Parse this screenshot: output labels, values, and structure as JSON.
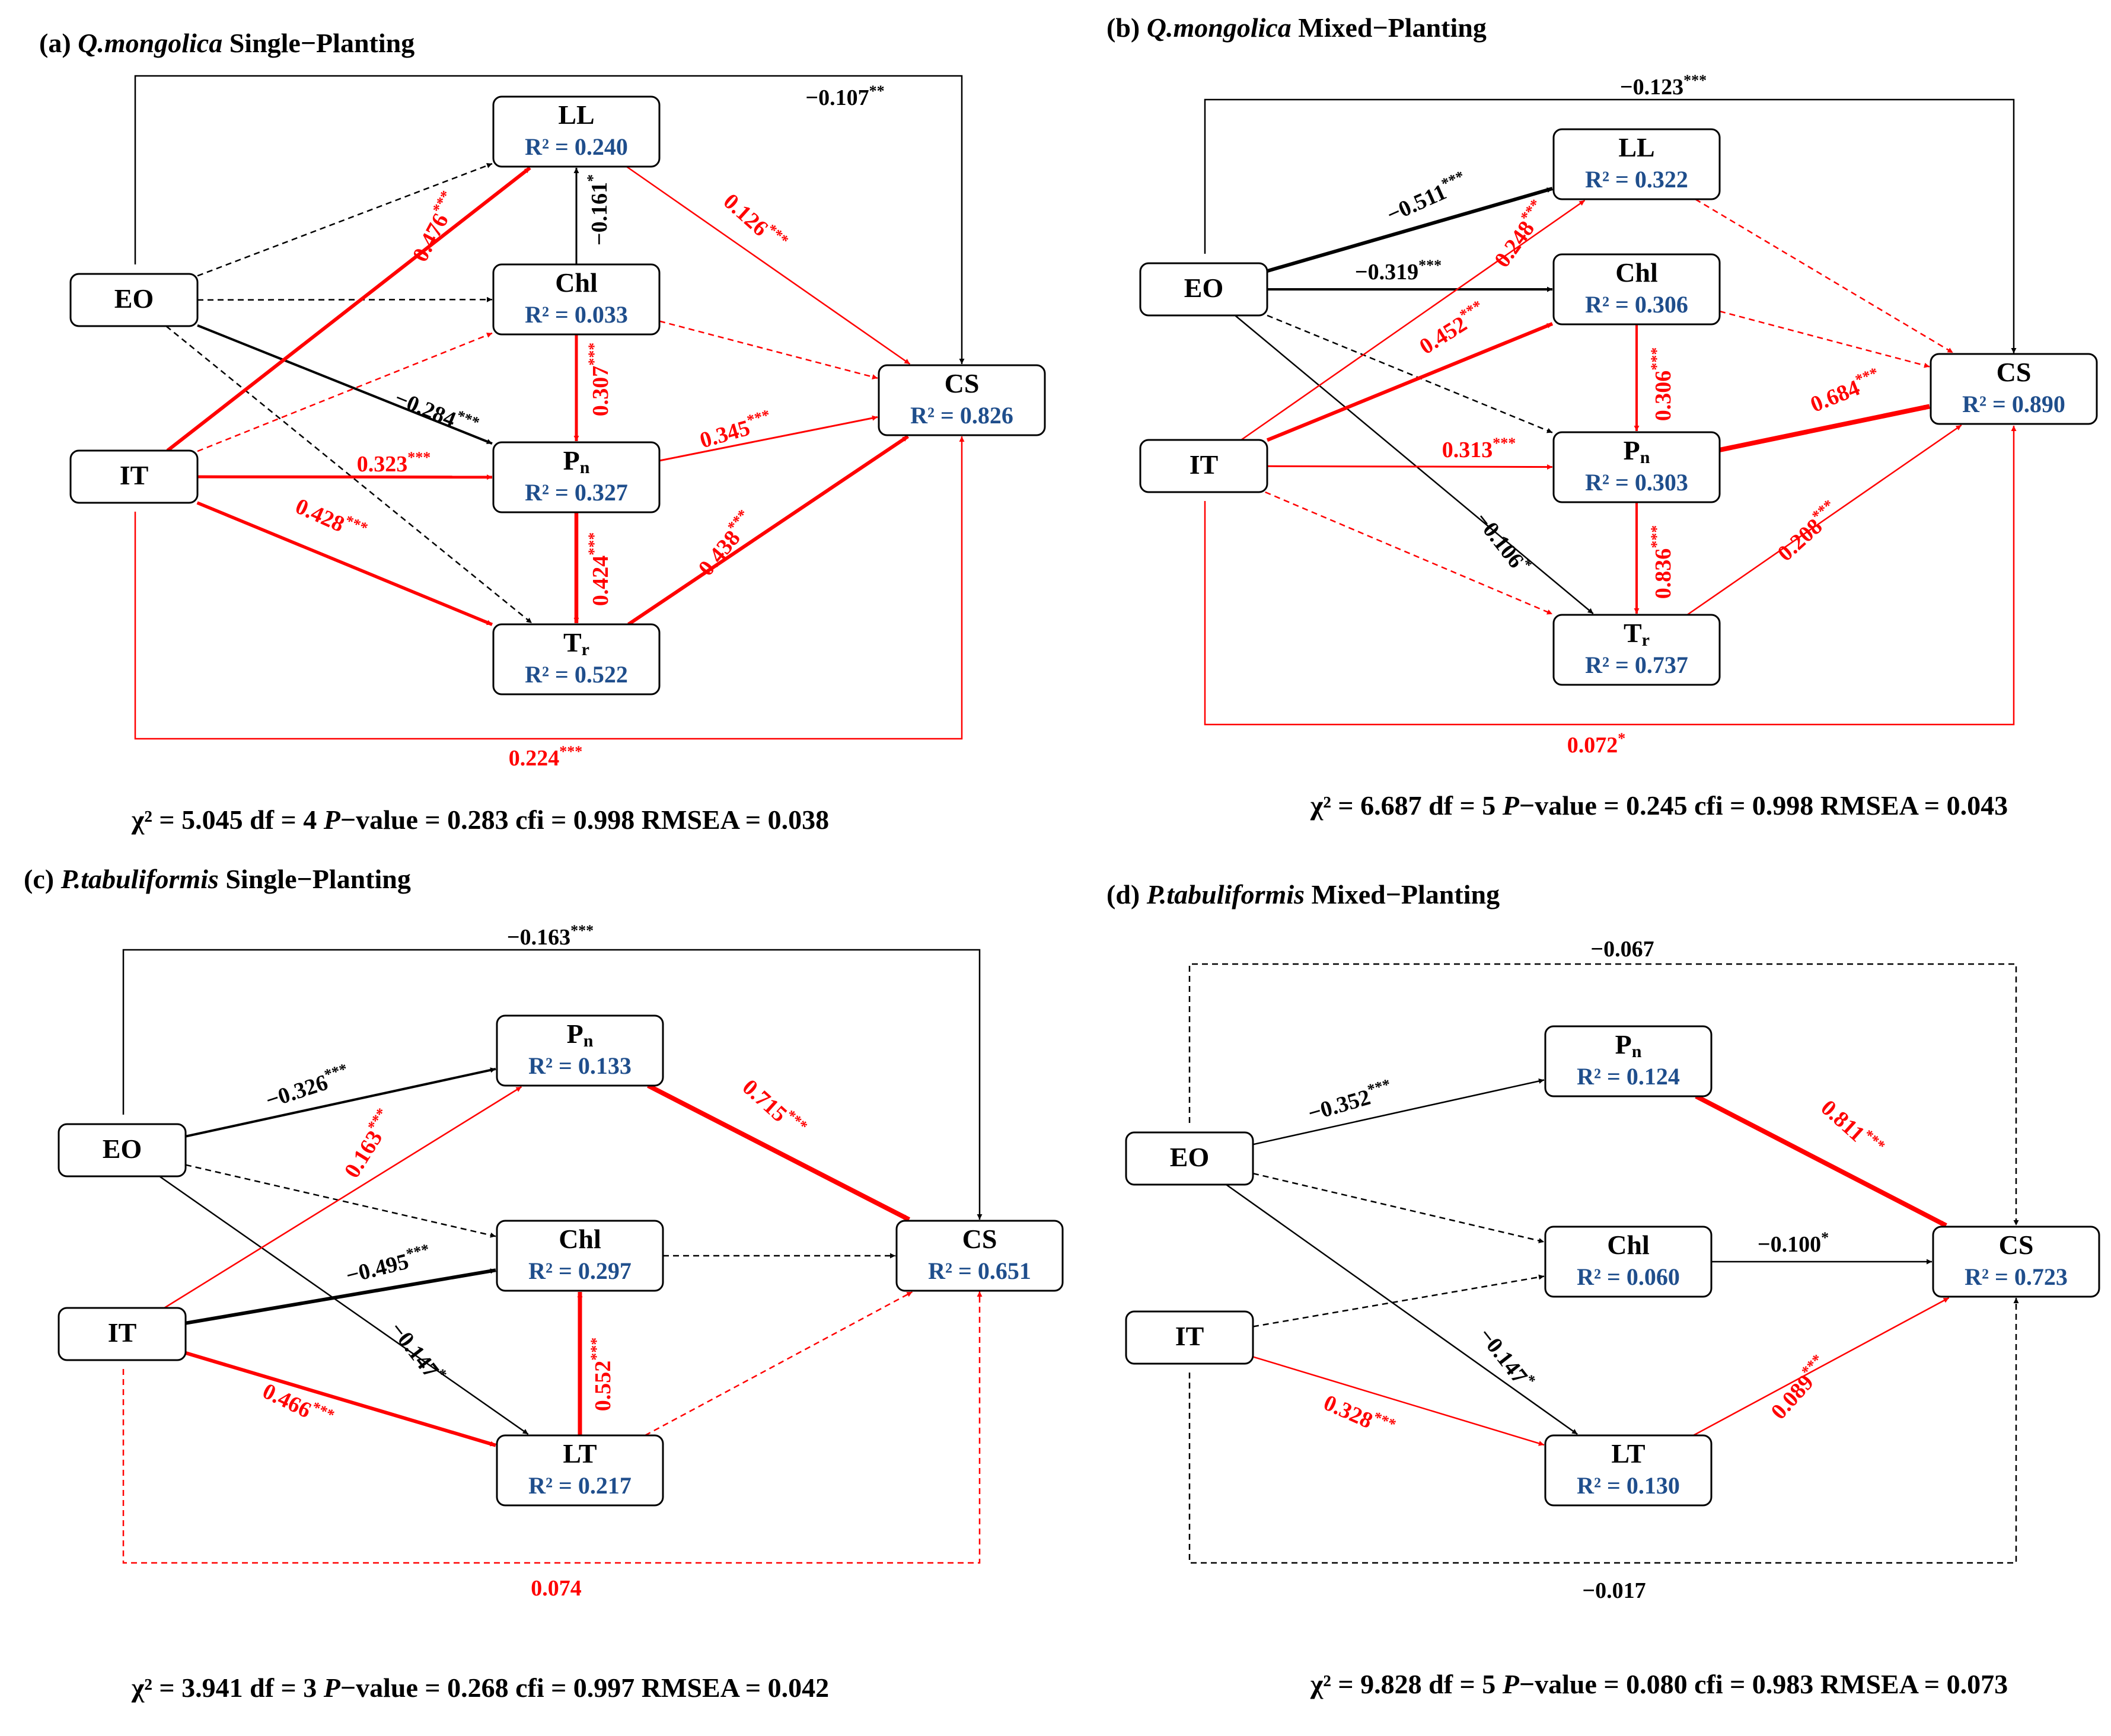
{
  "colors": {
    "positive": "#ff0000",
    "negative": "#000000",
    "r2_text": "#1f4e8c"
  },
  "panels": [
    {
      "id": "a",
      "title_prefix": "(a) ",
      "title_species": "Q.mongolica",
      "title_suffix": " Single−Planting",
      "nodes": [
        {
          "id": "EO",
          "label": "EO",
          "sub": "",
          "r2": ""
        },
        {
          "id": "IT",
          "label": "IT",
          "sub": "",
          "r2": ""
        },
        {
          "id": "LL",
          "label": "LL",
          "sub": "",
          "r2": "R² = 0.240"
        },
        {
          "id": "Chl",
          "label": "Chl",
          "sub": "",
          "r2": "R² = 0.033"
        },
        {
          "id": "Pn",
          "label": "P",
          "sub": "n",
          "r2": "R² = 0.327"
        },
        {
          "id": "Tr",
          "label": "T",
          "sub": "r",
          "r2": "R² = 0.522"
        },
        {
          "id": "CS",
          "label": "CS",
          "sub": "",
          "r2": "R² = 0.826"
        }
      ],
      "paths": [
        {
          "from": "EO",
          "to": "CS",
          "value": "−0.107",
          "stars": "**",
          "sign": "neg",
          "sig": true,
          "width": 2.5
        },
        {
          "from": "EO",
          "to": "LL",
          "value": "",
          "stars": "",
          "sign": "neg",
          "sig": false,
          "width": 2.5
        },
        {
          "from": "EO",
          "to": "Chl",
          "value": "",
          "stars": "",
          "sign": "neg",
          "sig": false,
          "width": 2.5
        },
        {
          "from": "EO",
          "to": "Pn",
          "value": "−0.284",
          "stars": "***",
          "sign": "neg",
          "sig": true,
          "width": 4
        },
        {
          "from": "EO",
          "to": "Tr",
          "value": "",
          "stars": "",
          "sign": "neg",
          "sig": false,
          "width": 2.5
        },
        {
          "from": "IT",
          "to": "LL",
          "value": "0.476",
          "stars": "***",
          "sign": "pos",
          "sig": true,
          "width": 6
        },
        {
          "from": "IT",
          "to": "Chl",
          "value": "",
          "stars": "",
          "sign": "pos",
          "sig": false,
          "width": 2.5
        },
        {
          "from": "IT",
          "to": "Pn",
          "value": "0.323",
          "stars": "***",
          "sign": "pos",
          "sig": true,
          "width": 5
        },
        {
          "from": "IT",
          "to": "Tr",
          "value": "0.428",
          "stars": "***",
          "sign": "pos",
          "sig": true,
          "width": 5.5
        },
        {
          "from": "IT",
          "to": "CS",
          "value": "0.224",
          "stars": "***",
          "sign": "pos",
          "sig": true,
          "width": 2.5
        },
        {
          "from": "Chl",
          "to": "LL",
          "value": "−0.161",
          "stars": "*",
          "sign": "neg",
          "sig": true,
          "width": 3
        },
        {
          "from": "Chl",
          "to": "Pn",
          "value": "0.307",
          "stars": "***",
          "sign": "pos",
          "sig": true,
          "width": 5
        },
        {
          "from": "Pn",
          "to": "Tr",
          "value": "0.424",
          "stars": "***",
          "sign": "pos",
          "sig": true,
          "width": 6.5
        },
        {
          "from": "LL",
          "to": "CS",
          "value": "0.126",
          "stars": "***",
          "sign": "pos",
          "sig": true,
          "width": 2.5
        },
        {
          "from": "Chl",
          "to": "CS",
          "value": "",
          "stars": "",
          "sign": "pos",
          "sig": false,
          "width": 2.5
        },
        {
          "from": "Pn",
          "to": "CS",
          "value": "0.345",
          "stars": "***",
          "sign": "pos",
          "sig": true,
          "width": 3
        },
        {
          "from": "Tr",
          "to": "CS",
          "value": "0.438",
          "stars": "***",
          "sign": "pos",
          "sig": true,
          "width": 6
        }
      ],
      "fit_parts": [
        {
          "t": "χ² = 5.045 df = 4 ",
          "i": false
        },
        {
          "t": "P",
          "i": true
        },
        {
          "t": "−value = 0.283 cfi = 0.998 RMSEA = 0.038",
          "i": false
        }
      ]
    },
    {
      "id": "b",
      "title_prefix": "(b) ",
      "title_species": "Q.mongolica",
      "title_suffix": " Mixed−Planting",
      "nodes": [
        {
          "id": "EO",
          "label": "EO",
          "sub": "",
          "r2": ""
        },
        {
          "id": "IT",
          "label": "IT",
          "sub": "",
          "r2": ""
        },
        {
          "id": "LL",
          "label": "LL",
          "sub": "",
          "r2": "R² = 0.322"
        },
        {
          "id": "Chl",
          "label": "Chl",
          "sub": "",
          "r2": "R² = 0.306"
        },
        {
          "id": "Pn",
          "label": "P",
          "sub": "n",
          "r2": "R² = 0.303"
        },
        {
          "id": "Tr",
          "label": "T",
          "sub": "r",
          "r2": "R² = 0.737"
        },
        {
          "id": "CS",
          "label": "CS",
          "sub": "",
          "r2": "R² = 0.890"
        }
      ],
      "paths": [
        {
          "from": "EO",
          "to": "CS",
          "value": "−0.123",
          "stars": "***",
          "sign": "neg",
          "sig": true,
          "width": 2.5
        },
        {
          "from": "EO",
          "to": "LL",
          "value": "−0.511",
          "stars": "***",
          "sign": "neg",
          "sig": true,
          "width": 6
        },
        {
          "from": "EO",
          "to": "Chl",
          "value": "−0.319",
          "stars": "***",
          "sign": "neg",
          "sig": true,
          "width": 4
        },
        {
          "from": "EO",
          "to": "Pn",
          "value": "",
          "stars": "",
          "sign": "neg",
          "sig": false,
          "width": 2.5
        },
        {
          "from": "EO",
          "to": "Tr",
          "value": "−0.106",
          "stars": "*",
          "sign": "neg",
          "sig": true,
          "width": 2.5
        },
        {
          "from": "IT",
          "to": "LL",
          "value": "0.248",
          "stars": "***",
          "sign": "pos",
          "sig": true,
          "width": 2.5
        },
        {
          "from": "IT",
          "to": "Chl",
          "value": "0.452",
          "stars": "***",
          "sign": "pos",
          "sig": true,
          "width": 6
        },
        {
          "from": "IT",
          "to": "Pn",
          "value": "0.313",
          "stars": "***",
          "sign": "pos",
          "sig": true,
          "width": 3
        },
        {
          "from": "IT",
          "to": "Tr",
          "value": "",
          "stars": "",
          "sign": "pos",
          "sig": false,
          "width": 2.5
        },
        {
          "from": "IT",
          "to": "CS",
          "value": "0.072",
          "stars": "*",
          "sign": "pos",
          "sig": true,
          "width": 2.5
        },
        {
          "from": "Chl",
          "to": "Pn",
          "value": "0.306",
          "stars": "***",
          "sign": "pos",
          "sig": true,
          "width": 4
        },
        {
          "from": "Pn",
          "to": "Tr",
          "value": "0.836",
          "stars": "***",
          "sign": "pos",
          "sig": true,
          "width": 4
        },
        {
          "from": "LL",
          "to": "CS",
          "value": "",
          "stars": "",
          "sign": "pos",
          "sig": false,
          "width": 2.5
        },
        {
          "from": "Chl",
          "to": "CS",
          "value": "",
          "stars": "",
          "sign": "pos",
          "sig": false,
          "width": 2.5
        },
        {
          "from": "Pn",
          "to": "CS",
          "value": "0.684",
          "stars": "***",
          "sign": "pos",
          "sig": true,
          "width": 8
        },
        {
          "from": "Tr",
          "to": "CS",
          "value": "0.208",
          "stars": "***",
          "sign": "pos",
          "sig": true,
          "width": 2.5
        }
      ],
      "fit_parts": [
        {
          "t": "χ² = 6.687 df = 5 ",
          "i": false
        },
        {
          "t": "P",
          "i": true
        },
        {
          "t": "−value = 0.245 cfi = 0.998 RMSEA = 0.043",
          "i": false
        }
      ]
    },
    {
      "id": "c",
      "title_prefix": "(c) ",
      "title_species": "P.tabuliformis",
      "title_suffix": " Single−Planting",
      "nodes": [
        {
          "id": "EO",
          "label": "EO",
          "sub": "",
          "r2": ""
        },
        {
          "id": "IT",
          "label": "IT",
          "sub": "",
          "r2": ""
        },
        {
          "id": "Pn",
          "label": "P",
          "sub": "n",
          "r2": "R² = 0.133"
        },
        {
          "id": "Chl",
          "label": "Chl",
          "sub": "",
          "r2": "R² = 0.297"
        },
        {
          "id": "LT",
          "label": "LT",
          "sub": "",
          "r2": "R² = 0.217"
        },
        {
          "id": "CS",
          "label": "CS",
          "sub": "",
          "r2": "R² = 0.651"
        }
      ],
      "paths": [
        {
          "from": "EO",
          "to": "CS",
          "value": "−0.163",
          "stars": "***",
          "sign": "neg",
          "sig": true,
          "width": 2.5
        },
        {
          "from": "EO",
          "to": "Pn",
          "value": "−0.326",
          "stars": "***",
          "sign": "neg",
          "sig": true,
          "width": 4
        },
        {
          "from": "EO",
          "to": "Chl",
          "value": "",
          "stars": "",
          "sign": "neg",
          "sig": false,
          "width": 2.5
        },
        {
          "from": "EO",
          "to": "LT",
          "value": "−0.147",
          "stars": "*",
          "sign": "neg",
          "sig": true,
          "width": 2.5
        },
        {
          "from": "IT",
          "to": "Pn",
          "value": "0.163",
          "stars": "***",
          "sign": "pos",
          "sig": true,
          "width": 2.5
        },
        {
          "from": "IT",
          "to": "Chl",
          "value": "−0.495",
          "stars": "***",
          "sign": "neg",
          "sig": true,
          "width": 6
        },
        {
          "from": "IT",
          "to": "LT",
          "value": "0.466",
          "stars": "***",
          "sign": "pos",
          "sig": true,
          "width": 6
        },
        {
          "from": "IT",
          "to": "CS",
          "value": "0.074",
          "stars": "",
          "sign": "pos",
          "sig": false,
          "width": 2.5
        },
        {
          "from": "LT",
          "to": "Chl",
          "value": "0.552",
          "stars": "***",
          "sign": "pos",
          "sig": true,
          "width": 7
        },
        {
          "from": "Pn",
          "to": "CS",
          "value": "0.715",
          "stars": "***",
          "sign": "pos",
          "sig": true,
          "width": 8
        },
        {
          "from": "Chl",
          "to": "CS",
          "value": "",
          "stars": "",
          "sign": "neg",
          "sig": false,
          "width": 2.5
        },
        {
          "from": "LT",
          "to": "CS",
          "value": "",
          "stars": "",
          "sign": "pos",
          "sig": false,
          "width": 2.5
        }
      ],
      "fit_parts": [
        {
          "t": "χ² = 3.941 df = 3 ",
          "i": false
        },
        {
          "t": "P",
          "i": true
        },
        {
          "t": "−value = 0.268 cfi = 0.997 RMSEA = 0.042",
          "i": false
        }
      ]
    },
    {
      "id": "d",
      "title_prefix": "(d) ",
      "title_species": "P.tabuliformis",
      "title_suffix": " Mixed−Planting",
      "nodes": [
        {
          "id": "EO",
          "label": "EO",
          "sub": "",
          "r2": ""
        },
        {
          "id": "IT",
          "label": "IT",
          "sub": "",
          "r2": ""
        },
        {
          "id": "Pn",
          "label": "P",
          "sub": "n",
          "r2": "R² = 0.124"
        },
        {
          "id": "Chl",
          "label": "Chl",
          "sub": "",
          "r2": "R² = 0.060"
        },
        {
          "id": "LT",
          "label": "LT",
          "sub": "",
          "r2": "R² = 0.130"
        },
        {
          "id": "CS",
          "label": "CS",
          "sub": "",
          "r2": "R² = 0.723"
        }
      ],
      "paths": [
        {
          "from": "EO",
          "to": "CS",
          "value": "−0.067",
          "stars": "",
          "sign": "neg",
          "sig": false,
          "width": 2.5
        },
        {
          "from": "EO",
          "to": "Pn",
          "value": "−0.352",
          "stars": "***",
          "sign": "neg",
          "sig": true,
          "width": 2.5
        },
        {
          "from": "EO",
          "to": "Chl",
          "value": "",
          "stars": "",
          "sign": "neg",
          "sig": false,
          "width": 2.5
        },
        {
          "from": "EO",
          "to": "LT",
          "value": "−0.147",
          "stars": "*",
          "sign": "neg",
          "sig": true,
          "width": 2.5
        },
        {
          "from": "IT",
          "to": "Chl",
          "value": "",
          "stars": "",
          "sign": "neg",
          "sig": false,
          "width": 2.5
        },
        {
          "from": "IT",
          "to": "LT",
          "value": "0.328",
          "stars": "***",
          "sign": "pos",
          "sig": true,
          "width": 2.5
        },
        {
          "from": "IT",
          "to": "CS",
          "value": "−0.017",
          "stars": "",
          "sign": "neg",
          "sig": false,
          "width": 2.5
        },
        {
          "from": "Pn",
          "to": "CS",
          "value": "0.811",
          "stars": "***",
          "sign": "pos",
          "sig": true,
          "width": 8
        },
        {
          "from": "Chl",
          "to": "CS",
          "value": "−0.100",
          "stars": "*",
          "sign": "neg",
          "sig": true,
          "width": 2.5
        },
        {
          "from": "LT",
          "to": "CS",
          "value": "0.089",
          "stars": "***",
          "sign": "pos",
          "sig": true,
          "width": 2.5
        }
      ],
      "fit_parts": [
        {
          "t": "χ² = 9.828 df = 5 ",
          "i": false
        },
        {
          "t": "P",
          "i": true
        },
        {
          "t": "−value = 0.080 cfi = 0.983 RMSEA = 0.073",
          "i": false
        }
      ]
    }
  ]
}
